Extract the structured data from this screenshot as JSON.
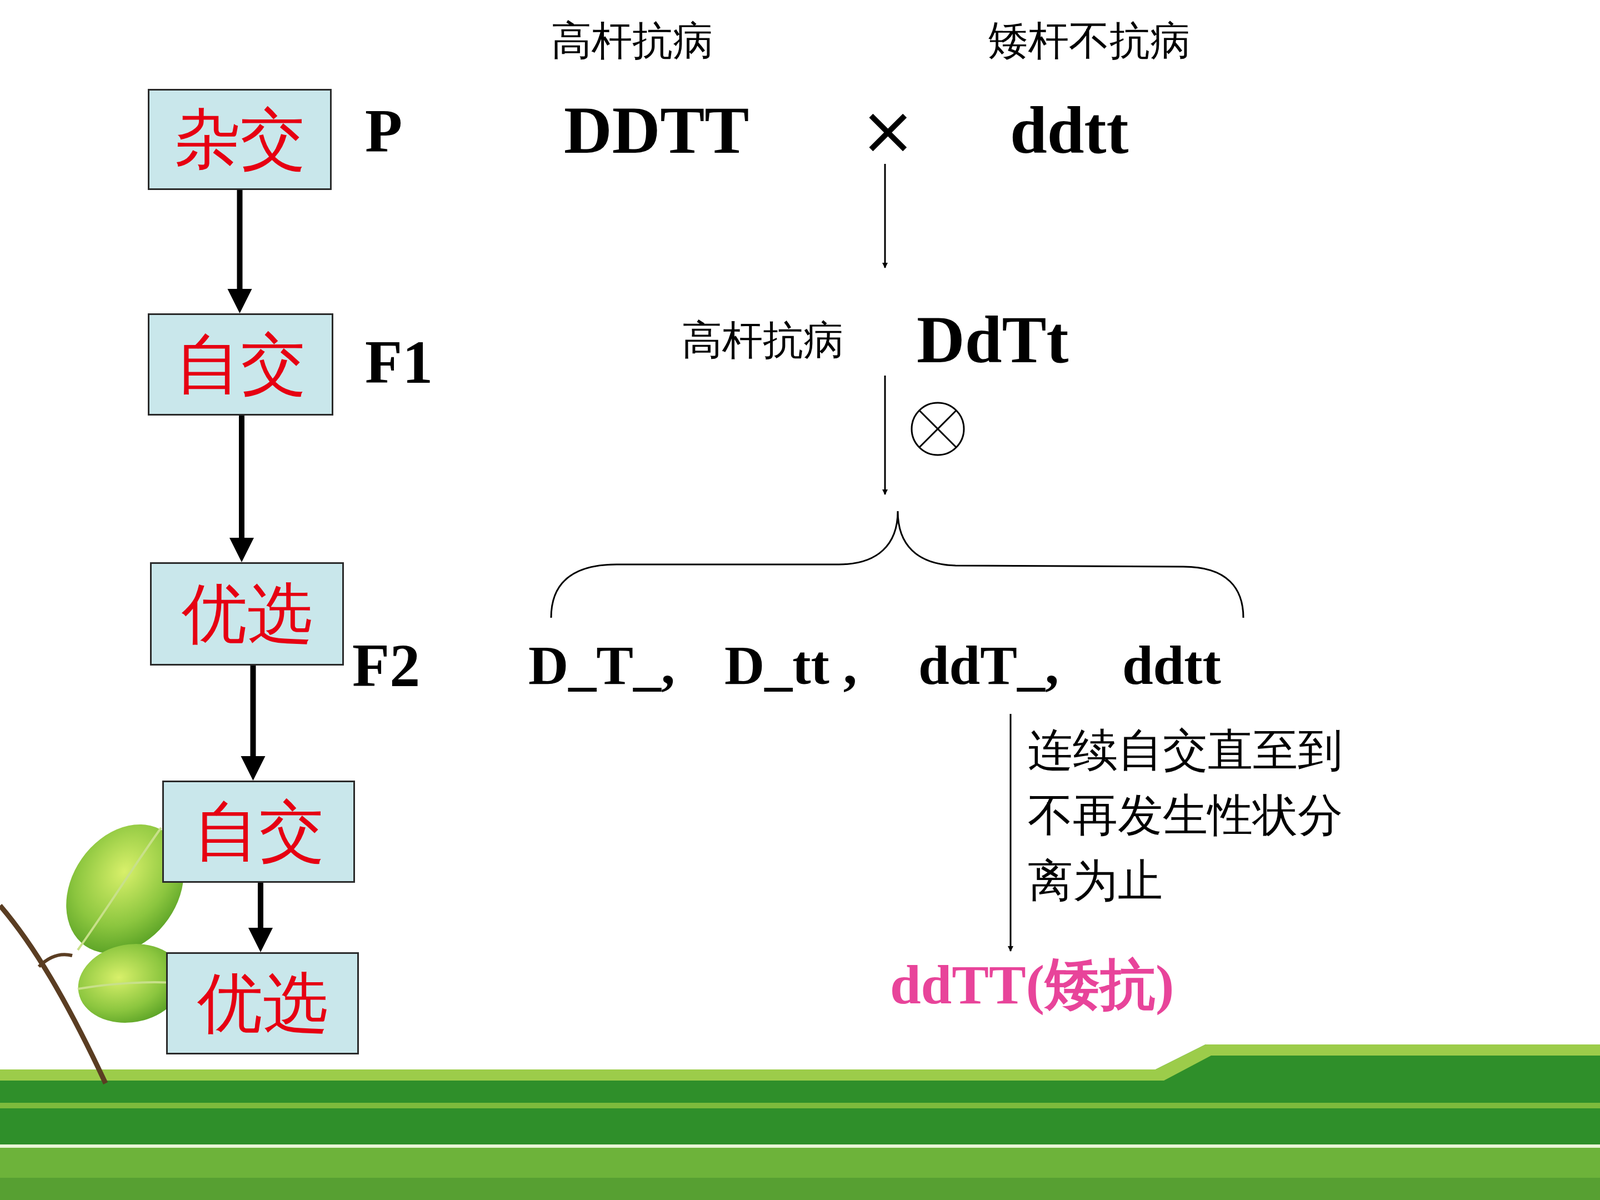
{
  "diagram": {
    "nodes": [
      {
        "text": [
          "杂交"
        ]
      },
      {
        "text": [
          "自交"
        ]
      },
      {
        "text": [
          "优选"
        ]
      },
      {
        "text": [
          "自交"
        ]
      },
      {
        "text": [
          "优选"
        ]
      }
    ],
    "edges": [
      {
        "from": 0,
        "to": 1,
        "arrow": "to"
      },
      {
        "from": 1,
        "to": 2,
        "arrow": "to"
      },
      {
        "from": 2,
        "to": 3,
        "arrow": "to"
      },
      {
        "from": 3,
        "to": 4,
        "arrow": "to"
      }
    ],
    "labels": [
      "高杆抗病",
      "矮杆不抗病",
      "P",
      "DDTT",
      "×",
      "ddtt",
      "F1",
      "高杆抗病",
      "DdTt",
      "F2",
      "D_T_,",
      "D_tt ,",
      "ddT_,",
      "ddtt",
      "连续自交直至到 不再发生性状分 离为止",
      "ddTT(矮抗)"
    ]
  }
}
